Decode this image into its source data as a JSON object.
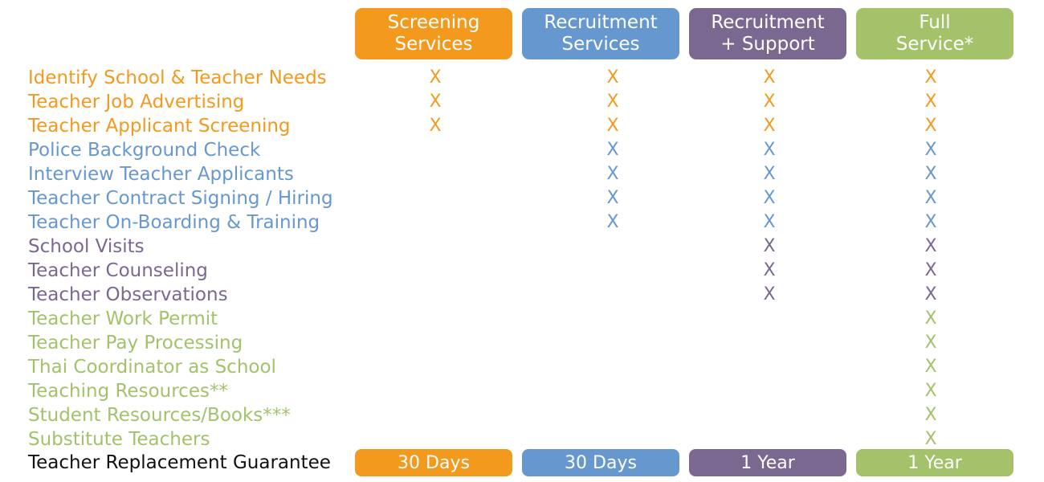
{
  "colors": {
    "screening": "#F39A1E",
    "recruitment": "#6698CF",
    "support": "#7B6890",
    "full": "#A3C26A",
    "guarantee_label": "#111111"
  },
  "headers": [
    {
      "label": "Screening\nServices"
    },
    {
      "label": "Recruitment\nServices"
    },
    {
      "label": "Recruitment\n+ Support"
    },
    {
      "label": "Full\nService*"
    }
  ],
  "rows": [
    {
      "label": "Identify School & Teacher Needs",
      "marks": [
        "X",
        "X",
        "X",
        "X"
      ]
    },
    {
      "label": "Teacher Job Advertising",
      "marks": [
        "X",
        "X",
        "X",
        "X"
      ]
    },
    {
      "label": "Teacher Applicant Screening",
      "marks": [
        "X",
        "X",
        "X",
        "X"
      ]
    },
    {
      "label": "Police Background Check",
      "marks": [
        "",
        "X",
        "X",
        "X"
      ]
    },
    {
      "label": "Interview Teacher Applicants",
      "marks": [
        "",
        "X",
        "X",
        "X"
      ]
    },
    {
      "label": "Teacher Contract Signing / Hiring",
      "marks": [
        "",
        "X",
        "X",
        "X"
      ]
    },
    {
      "label": "Teacher On-Boarding & Training",
      "marks": [
        "",
        "X",
        "X",
        "X"
      ]
    },
    {
      "label": "School Visits",
      "marks": [
        "",
        "",
        "X",
        "X"
      ]
    },
    {
      "label": "Teacher Counseling",
      "marks": [
        "",
        "",
        "X",
        "X"
      ]
    },
    {
      "label": "Teacher Observations",
      "marks": [
        "",
        "",
        "X",
        "X"
      ]
    },
    {
      "label": "Teacher Work Permit",
      "marks": [
        "",
        "",
        "",
        "X"
      ]
    },
    {
      "label": "Teacher Pay Processing",
      "marks": [
        "",
        "",
        "",
        "X"
      ]
    },
    {
      "label": "Thai Coordinator as School",
      "marks": [
        "",
        "",
        "",
        "X"
      ]
    },
    {
      "label": "Teaching Resources**",
      "marks": [
        "",
        "",
        "",
        "X"
      ]
    },
    {
      "label": "Student Resources/Books***",
      "marks": [
        "",
        "",
        "",
        "X"
      ]
    },
    {
      "label": "Substitute Teachers",
      "marks": [
        "",
        "",
        "",
        "X"
      ]
    }
  ],
  "guarantee": {
    "label": "Teacher Replacement Guarantee",
    "values": [
      "30 Days",
      "30 Days",
      "1 Year",
      "1 Year"
    ]
  }
}
